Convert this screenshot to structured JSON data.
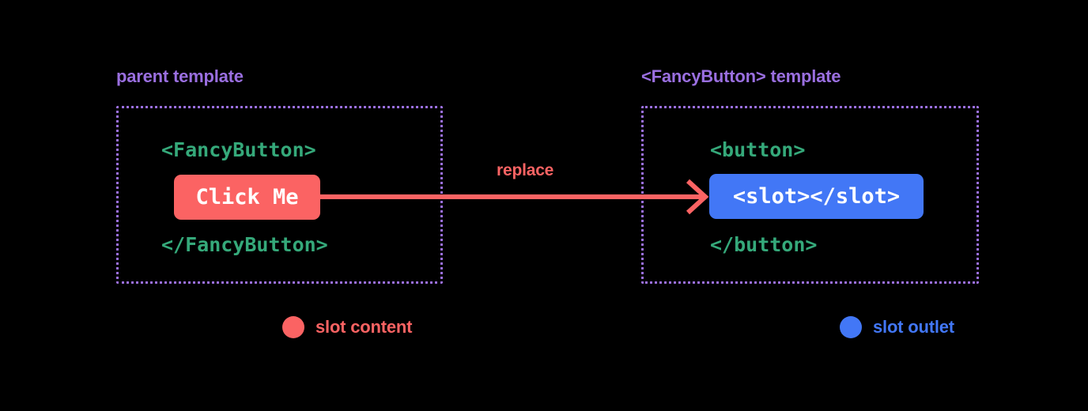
{
  "theme": {
    "background": "#000000",
    "accent_purple": "#9a6fe0",
    "accent_green": "#35a97a",
    "accent_red": "#fb6363",
    "accent_blue": "#4277f6",
    "text_on_chip": "#ffffff"
  },
  "panels": {
    "left": {
      "label": "parent template",
      "code_open": "<FancyButton>",
      "chip": "Click Me",
      "code_close": "</FancyButton>"
    },
    "right": {
      "label": "<FancyButton> template",
      "code_open": "<button>",
      "chip": "<slot></slot>",
      "code_close": "</button>"
    }
  },
  "arrow": {
    "label": "replace",
    "direction": "left-to-right",
    "color": "#fb6363"
  },
  "legend": [
    {
      "label": "slot content",
      "color": "#fb6363",
      "icon": "filled-circle-icon"
    },
    {
      "label": "slot outlet",
      "color": "#4277f6",
      "icon": "filled-circle-icon"
    }
  ]
}
